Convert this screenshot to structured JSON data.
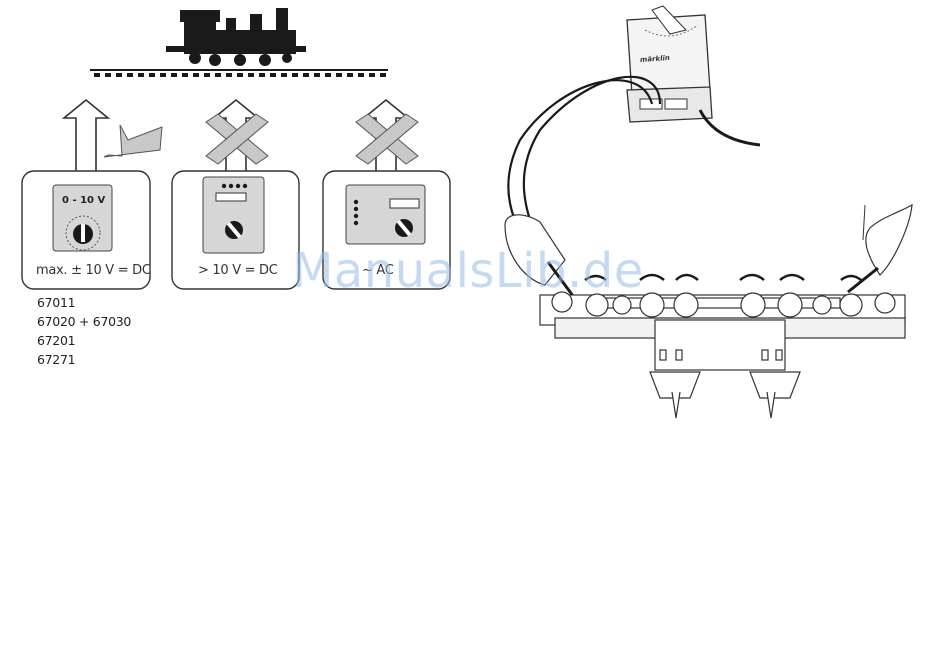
{
  "panels": [
    {
      "dial": "0 - 10 V",
      "label": "max. ± 10 V = DC",
      "verdict": "allowed"
    },
    {
      "label": "> 10 V = DC",
      "verdict": "not-allowed"
    },
    {
      "label": "~ AC",
      "verdict": "not-allowed"
    }
  ],
  "models": [
    "67011",
    "67020 + 67030",
    "67201",
    "67271"
  ],
  "transformer": {
    "brand": "märklin"
  },
  "watermark": "ManualsLib.de"
}
